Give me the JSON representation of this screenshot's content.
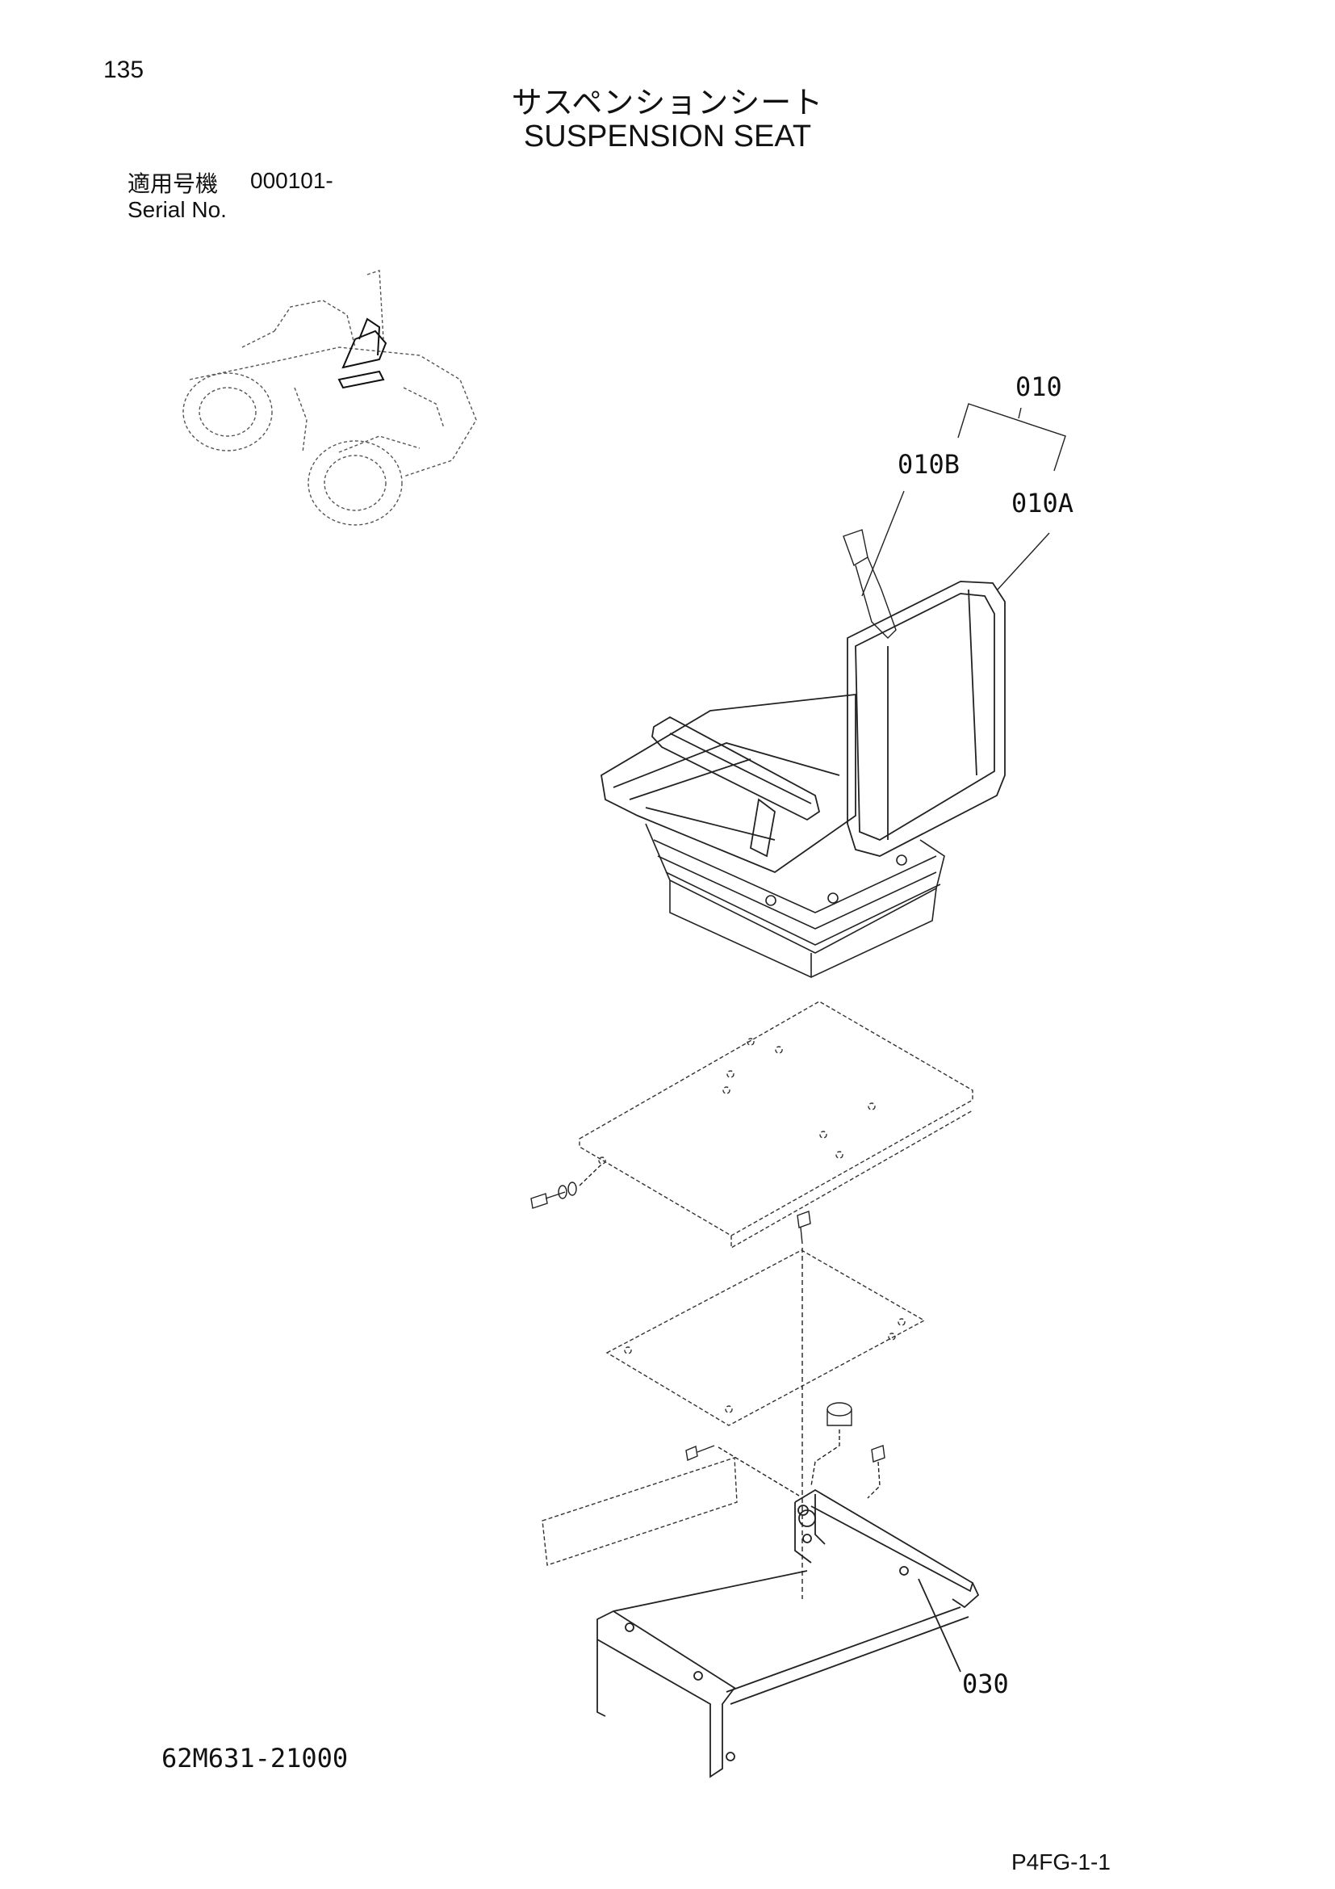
{
  "page_number": "135",
  "title_ja": "サスペンションシート",
  "title_en": "SUSPENSION SEAT",
  "serial": {
    "label_ja": "適用号機",
    "value": "000101-",
    "label_en": "Serial No."
  },
  "callouts": {
    "c010": "010",
    "c010B": "010B",
    "c010A": "010A",
    "c030": "030"
  },
  "drawing_number": "62M631-21000",
  "sheet_ref": "P4FG-1-1"
}
